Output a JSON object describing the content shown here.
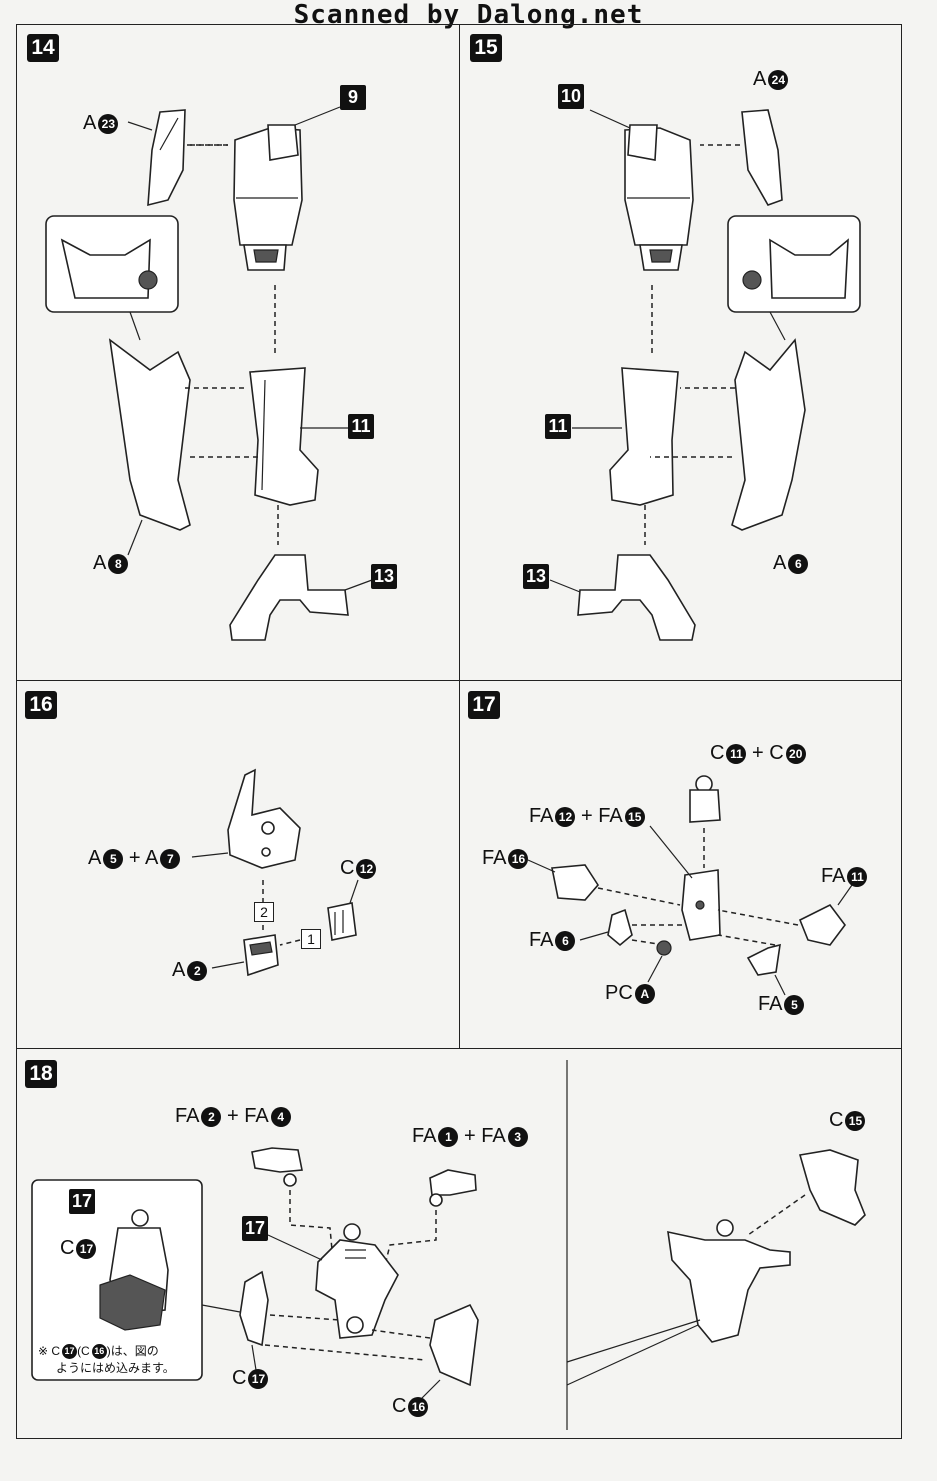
{
  "banner": "Scanned by Dalong.net",
  "steps": {
    "s14": {
      "number": "14",
      "part_9": "9",
      "part_11": "11",
      "part_13": "13",
      "a23_prefix": "A",
      "a23_num": "23",
      "a8_prefix": "A",
      "a8_num": "8"
    },
    "s15": {
      "number": "15",
      "part_10": "10",
      "part_11": "11",
      "part_13": "13",
      "a24_prefix": "A",
      "a24_num": "24",
      "a6_prefix": "A",
      "a6_num": "6"
    },
    "s16": {
      "number": "16",
      "a5_prefix": "A",
      "a5_num": "5",
      "plus": "+",
      "a7_prefix": "A",
      "a7_num": "7",
      "c12_prefix": "C",
      "c12_num": "12",
      "a2_prefix": "A",
      "a2_num": "2",
      "order_1": "1",
      "order_2": "2"
    },
    "s17": {
      "number": "17",
      "c11_prefix": "C",
      "c11_num": "11",
      "plus": "+",
      "c20_prefix": "C",
      "c20_num": "20",
      "fa12_prefix": "FA",
      "fa12_num": "12",
      "fa15_prefix": "FA",
      "fa15_num": "15",
      "fa16_prefix": "FA",
      "fa16_num": "16",
      "fa11_prefix": "FA",
      "fa11_num": "11",
      "fa6_prefix": "FA",
      "fa6_num": "6",
      "pca_prefix": "PC",
      "pca_num": "A",
      "fa5_prefix": "FA",
      "fa5_num": "5"
    },
    "s18": {
      "number": "18",
      "fa2_prefix": "FA",
      "fa2_num": "2",
      "plus": "+",
      "fa4_prefix": "FA",
      "fa4_num": "4",
      "fa1_prefix": "FA",
      "fa1_num": "1",
      "fa3_prefix": "FA",
      "fa3_num": "3",
      "part_17": "17",
      "inset_part_17": "17",
      "inset_c17_prefix": "C",
      "inset_c17_num": "17",
      "note_line1_a": "※ C",
      "note_c17": "17",
      "note_paren_c": "(C",
      "note_c16": "16",
      "note_line1_b": ")は、図の",
      "note_line2": "ようにはめ込みます。",
      "c17_prefix": "C",
      "c17_num": "17",
      "c16_prefix": "C",
      "c16_num": "16",
      "c15_prefix": "C",
      "c15_num": "15"
    }
  }
}
